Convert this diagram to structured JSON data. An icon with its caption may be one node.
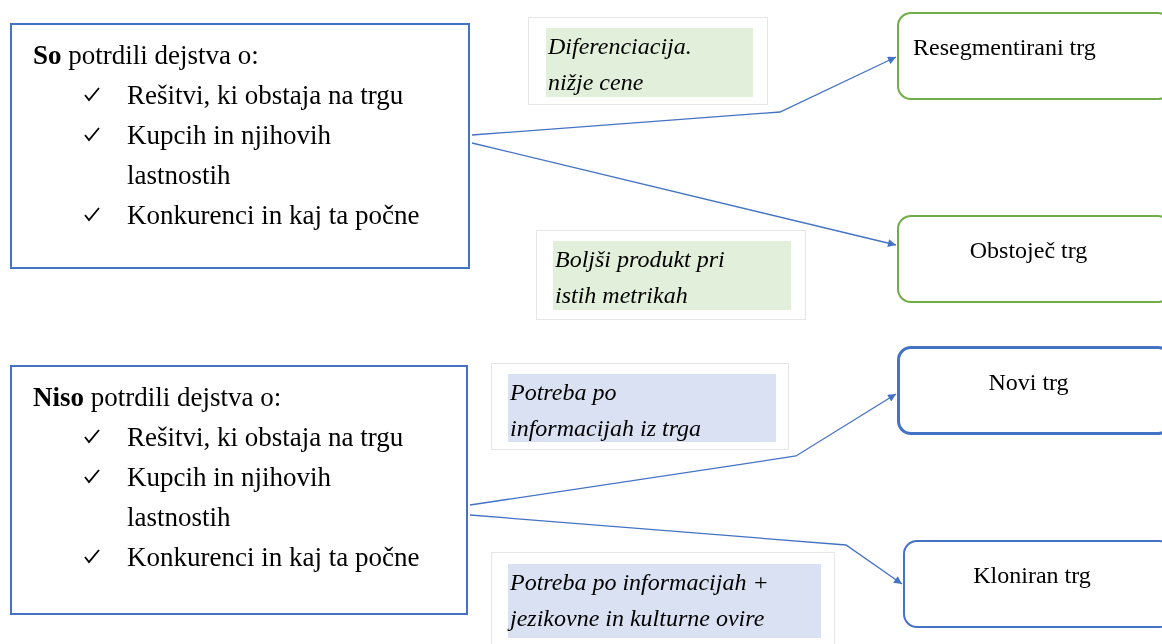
{
  "diagram": {
    "nodes": [
      {
        "text": [
          "**So** potrdili dejstva o:",
          "Rešitvi, ki obstaja na trgu",
          "Kupcih in njihovih lastnostih",
          "Konkurenci in kaj ta počne"
        ]
      },
      {
        "text": [
          "Diferenciacija. nižje cene"
        ]
      },
      {
        "text": [
          "Resegmentirani trg"
        ]
      },
      {
        "text": [
          "Boljši produkt pri istih metrikah"
        ]
      },
      {
        "text": [
          "Obstoječ trg"
        ]
      },
      {
        "text": [
          "**Niso** potrdili dejstva o:",
          "Rešitvi, ki obstaja na trgu",
          "Kupcih in njihovih lastnostih",
          "Konkurenci in kaj ta počne"
        ]
      },
      {
        "text": [
          "Potreba po informacijah iz trga"
        ]
      },
      {
        "text": [
          "Novi trg"
        ]
      },
      {
        "text": [
          "Potreba po informacijah + jezikovne in kulturne ovire"
        ]
      },
      {
        "text": [
          "Kloniran trg"
        ]
      }
    ],
    "edges": [
      {
        "from": 0,
        "to": 2,
        "arrow": "to"
      },
      {
        "from": 0,
        "to": 4,
        "arrow": "to"
      },
      {
        "from": 5,
        "to": 7,
        "arrow": "to"
      },
      {
        "from": 5,
        "to": 9,
        "arrow": "to"
      }
    ]
  }
}
